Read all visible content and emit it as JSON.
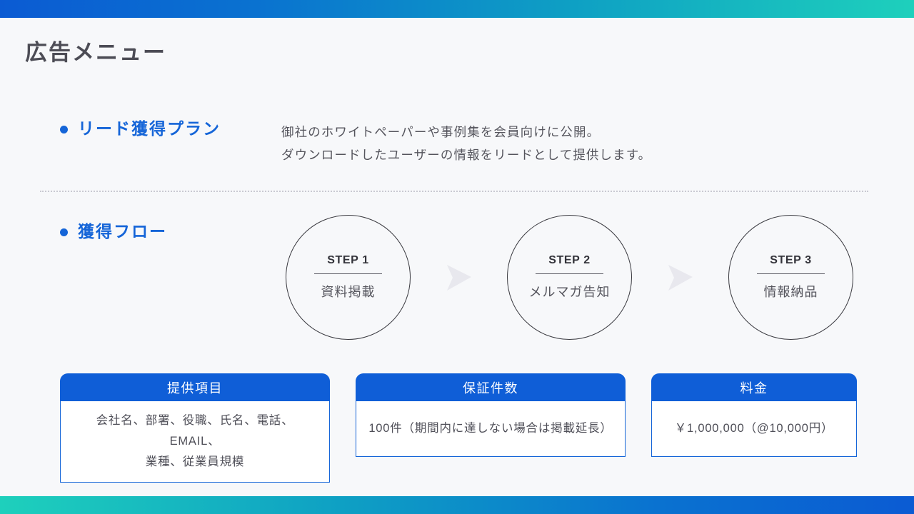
{
  "theme": {
    "accent_blue": "#1565d8",
    "header_blue": "#0f5ed7",
    "gradient_start": "#0b5bd3",
    "gradient_end": "#1ed0bc",
    "title_gray": "#4c4c55",
    "body_gray": "#55555d",
    "arrow_gray": "#e8e8ee"
  },
  "page_title": "広告メニュー",
  "lead_section": {
    "heading": "リード獲得プラン",
    "description_line1": "御社のホワイトペーパーや事例集を会員向けに公開。",
    "description_line2": "ダウンロードしたユーザーの情報をリードとして提供します。"
  },
  "flow_section": {
    "heading": "獲得フロー",
    "steps": [
      {
        "label": "STEP 1",
        "name": "資料掲載"
      },
      {
        "label": "STEP 2",
        "name": "メルマガ告知"
      },
      {
        "label": "STEP 3",
        "name": "情報納品"
      }
    ]
  },
  "cards": [
    {
      "title": "提供項目",
      "body_line1": "会社名、部署、役職、氏名、電話、EMAIL、",
      "body_line2": "業種、従業員規模"
    },
    {
      "title": "保証件数",
      "body_line1": "100件（期間内に達しない場合は掲載延長）",
      "body_line2": ""
    },
    {
      "title": "料金",
      "body_line1": "￥1,000,000（@10,000円）",
      "body_line2": ""
    }
  ]
}
